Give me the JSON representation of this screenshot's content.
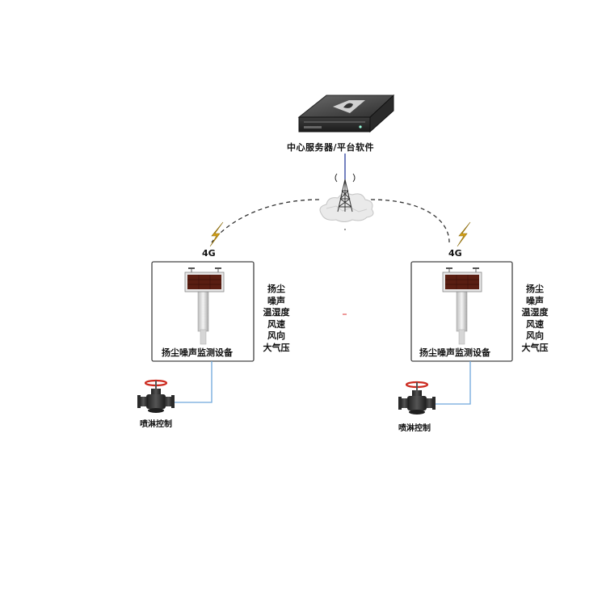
{
  "server": {
    "label": "中心服务器/平台软件"
  },
  "network": {
    "left_link_label": "4G",
    "right_link_label": "4G"
  },
  "stations": [
    {
      "device_label": "扬尘噪声监测设备",
      "parameters": [
        "扬尘",
        "噪声",
        "温湿度",
        "风速",
        "风向",
        "大气压"
      ],
      "valve_label": "喷淋控制"
    },
    {
      "device_label": "扬尘噪声监测设备",
      "parameters": [
        "扬尘",
        "噪声",
        "温湿度",
        "风速",
        "风向",
        "大气压"
      ],
      "valve_label": "喷淋控制"
    }
  ],
  "colors": {
    "wire": "#6fa8dc",
    "server_link": "#2b3f9e",
    "dashed_link": "#333333",
    "lightning": "#d4a017",
    "display_panel": "#5a1e12",
    "valve_body": "#3a3a3a",
    "valve_wheel": "#cc2a1f"
  }
}
